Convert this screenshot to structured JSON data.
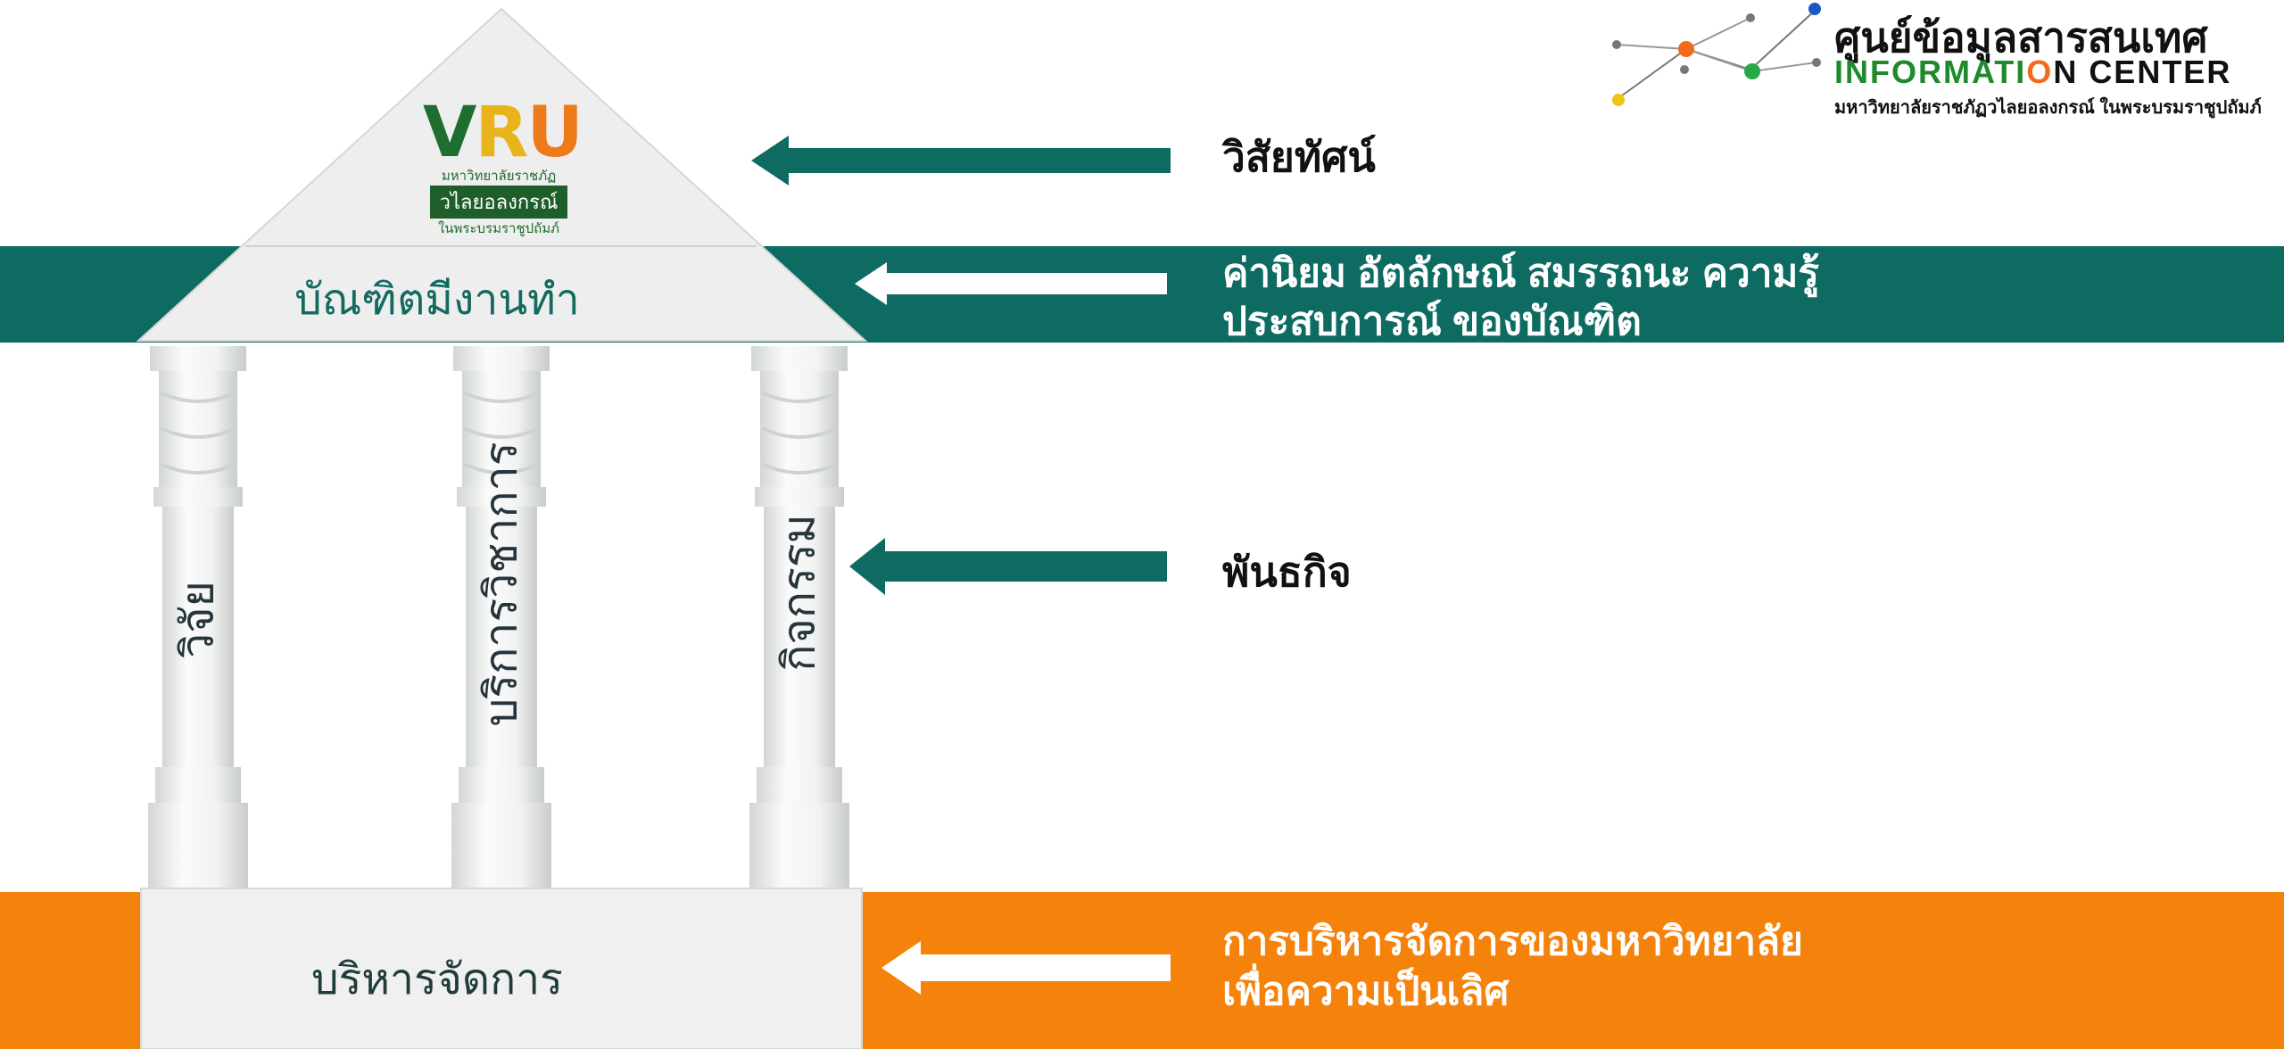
{
  "logo": {
    "vru_letters": [
      "V",
      "R",
      "U"
    ],
    "vru_line1": "มหาวิทยาลัยราชภัฏ",
    "vru_line2": "วไลยอลงกรณ์",
    "vru_line3": "ในพระบรมราชูปถัมภ์"
  },
  "info_center": {
    "title_th": "ศูนย์ข้อมูลสารสนเทศ",
    "title_en_part1": "INFORMATI",
    "title_en_part2": "O",
    "title_en_part3": "N CENTER",
    "subtitle": "มหาวิทยาลัยราชภัฏวไลยอลงกรณ์ ในพระบรมราชูปถัมภ์"
  },
  "temple": {
    "roof_band": "บัณฑิตมีงานทำ",
    "pillars": [
      "วิจัย",
      "บริการวิชาการ",
      "กิจกรรม"
    ],
    "base": "บริหารจัดการ"
  },
  "labels": {
    "vision": "วิสัยทัศน์",
    "values_line1": "ค่านิยม อัตลักษณ์ สมรรถนะ ความรู้",
    "values_line2": "ประสบการณ์ ของบัณฑิต",
    "mission": "พันธกิจ",
    "admin_line1": "การบริหารจัดการของมหาวิทยาลัย",
    "admin_line2": "เพื่อความเป็นเลิศ"
  },
  "colors": {
    "teal": "#0e6b62",
    "orange": "#f5820a",
    "pediment": "#eeeeee",
    "pillar": "#e9eaea"
  },
  "icons": [
    "arrow-left-icon"
  ]
}
